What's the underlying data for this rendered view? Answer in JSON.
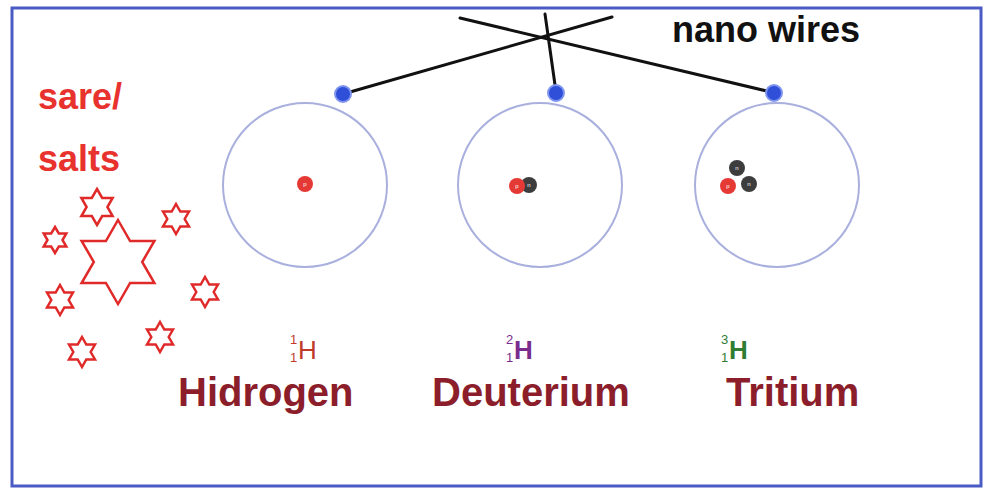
{
  "diagram": {
    "labels": [
      "nano wires",
      "sare/ salts",
      "p",
      "p",
      "n",
      "p",
      "n",
      "n",
      "1",
      "1",
      "H",
      "Hidrogen",
      "2",
      "1",
      "H",
      "Deuterium",
      "3",
      "1",
      "H",
      "Tritium"
    ]
  }
}
